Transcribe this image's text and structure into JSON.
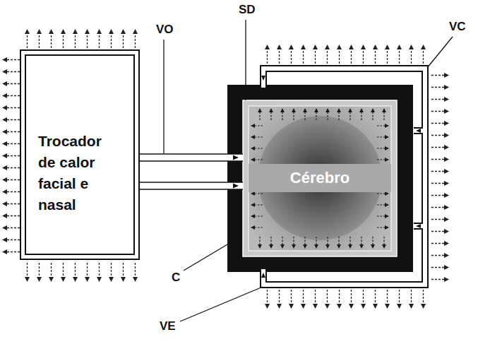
{
  "diagram": {
    "nodes": [
      {
        "text": [
          "Trocador de calor facial e nasal"
        ]
      },
      {
        "text": [
          "Cérebro"
        ]
      }
    ],
    "edges": [
      {
        "from": 0,
        "to": 1,
        "arrow": "to"
      },
      {
        "from": 0,
        "to": 1,
        "arrow": "to"
      }
    ],
    "labels": [
      "SD",
      "VC",
      "VO",
      "C",
      "VE"
    ]
  }
}
